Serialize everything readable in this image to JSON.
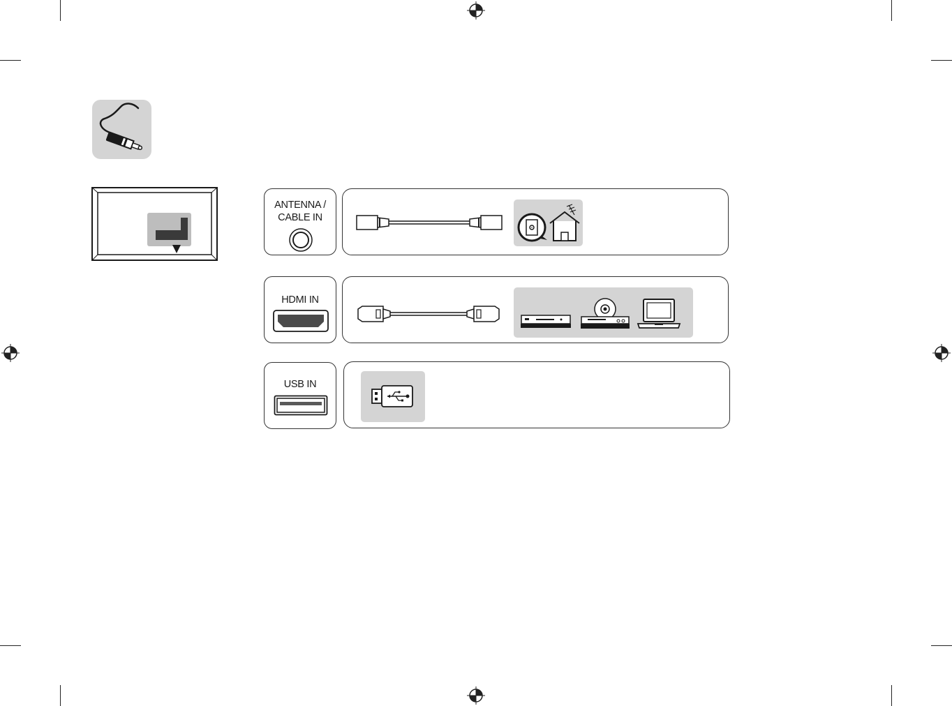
{
  "ports": [
    {
      "id": "antenna",
      "label_line1": "ANTENNA /",
      "label_line2": "CABLE IN",
      "devices": [
        "wall-outlet-icon",
        "house-with-antenna-icon"
      ]
    },
    {
      "id": "hdmi",
      "label_line1": "HDMI IN",
      "devices": [
        "set-top-box-icon",
        "dvd-player-icon",
        "laptop-icon"
      ]
    },
    {
      "id": "usb",
      "label_line1": "USB IN",
      "devices": [
        "usb-drive-icon"
      ]
    }
  ],
  "colors": {
    "panel_gray": "#d4d4d4",
    "icon_tile_gray": "#d0d0d0",
    "ink": "#1a1a1a"
  }
}
